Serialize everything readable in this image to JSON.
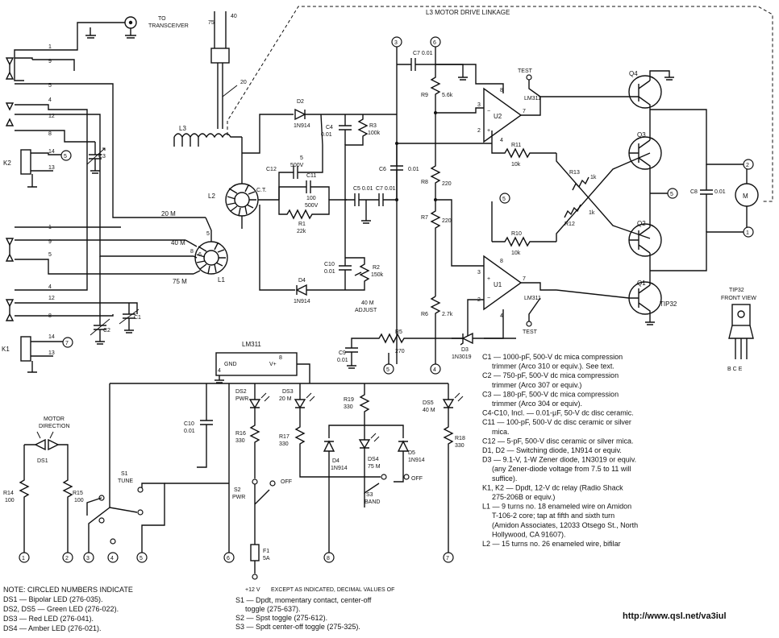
{
  "labels": {
    "to_transceiver": "TO\nTRANSCEIVER",
    "motor_linkage": "L3 MOTOR DRIVE LINKAGE",
    "l3": "L3",
    "l2": "L2",
    "l1": "L1",
    "k1": "K1",
    "k2": "K2",
    "ct": "C.T.",
    "n75": "75",
    "n40": "40",
    "n20": "20",
    "b20m": "20 M",
    "b40m": "40 M",
    "b75m": "75 M",
    "d2": "D2",
    "d2t": "1N914",
    "d4": "D4",
    "d4t": "1N914",
    "c12": "C12",
    "c12v": "5\n500V",
    "c11": "C11",
    "c11v": "100\n500V",
    "c4": "C4\n0.01",
    "r3": "R3\n100k",
    "r1": "R1\n22k",
    "c5": "C5\n0.01",
    "c7": "C7\n0.01",
    "c6": "C6",
    "c6v": "0.01",
    "c10": "C10\n0.01",
    "r2": "R2\n150k",
    "adjust40": "40 M\nADJUST",
    "c7b": "C7\n0.01",
    "r9": "R9",
    "r9v": "5.6k",
    "r8": "R8",
    "r8v": "220",
    "r7": "R7",
    "r7v": "220",
    "r6": "R6",
    "r6v": "2.7k",
    "r5": "R5",
    "r5v": "270",
    "c9": "C9\n0.01",
    "d3": "D3\n1N3019",
    "u2": "U2",
    "u1": "U1",
    "lm311a": "LM311",
    "lm311b": "LM311",
    "test_a": "TEST",
    "test_b": "TEST",
    "r11": "R11\n10k",
    "r10": "R10\n10k",
    "r13": "R13\n1k",
    "r12": "R12\n1k",
    "q4": "Q4",
    "q3": "Q3",
    "q2": "Q2",
    "q1": "Q1",
    "tip32q": "TIP32",
    "c8": "C8\n0.01",
    "motor": "M",
    "tip32_title": "TIP32\nFRONT VIEW",
    "bce": "B C E",
    "lm311_top": "LM311",
    "gnd": "GND",
    "vplus": "V+",
    "motor_direction": "MOTOR\nDIRECTION",
    "ds1": "DS1",
    "r14": "R14\n100",
    "r15": "R15\n100",
    "s1": "S1\nTUNE",
    "s2": "S2\nPWR",
    "s3": "S3\nBAND",
    "off1": "OFF",
    "off2": "OFF",
    "c10b": "C10\n0.01",
    "ds2": "DS2\nPWR",
    "r16": "R16\n330",
    "ds3": "DS3\n20 M",
    "r17": "R17\n330",
    "r19": "R19\n330",
    "d4b": "D4\n1N914",
    "ds4": "DS4\n75 M",
    "d5": "D5\n1N914",
    "ds5": "DS5\n40 M",
    "r18": "R18\n330",
    "f1": "F1\n5A",
    "v12": "+12 V",
    "except": "EXCEPT AS INDICATED, DECIMAL VALUES OF",
    "url": "http://www.qsl.net/va3iul"
  },
  "nodes": [
    "1",
    "2",
    "3",
    "4",
    "5",
    "6",
    "7",
    "8"
  ],
  "parts_list": [
    "C1 — 1000-pF, 500-V dc mica compression",
    "  trimmer (Arco 310 or equiv.). See text.",
    "C2 — 750-pF, 500-V dc mica compression",
    "  trimmer (Arco 307 or equiv.)",
    "C3 — 180-pF, 500-V dc mica compression",
    "  trimmer (Arco 304 or equiv).",
    "C4-C10, Incl. — 0.01-µF, 50-V dc disc ceramic.",
    "C11 — 100-pF, 500-V dc disc ceramic or silver",
    "  mica.",
    "C12 — 5-pF, 500-V disc ceramic or silver mica.",
    "D1, D2 — Switching diode, 1N914 or equiv.",
    "D3 — 9.1-V, 1-W Zener diode, 1N3019 or equiv.",
    "  (any Zener-diode voltage from 7.5 to 11 will",
    "  suffice).",
    "K1, K2 — Dpdt, 12-V dc relay (Radio Shack",
    "  275-206B or equiv.)",
    "L1 — 9 turns no. 18 enameled wire on Amidon",
    "  T-106-2 core; tap at fifth and sixth turn",
    "  (Amidon Associates, 12033 Otsego St., North",
    "  Hollywood, CA 91607).",
    "L2 — 15 turns no. 26 enameled wire, bifilar"
  ],
  "notes_left": [
    "NOTE: CIRCLED NUMBERS INDICATE",
    "DS1 — Bipolar LED (276-035).",
    "DS2, DS5 — Green LED (276-022).",
    "DS3 — Red LED (276-041).",
    "DS4 — Amber LED (276-021)."
  ],
  "notes_mid": [
    "S1 — Dpdt, momentary contact, center-off",
    "  toggle (275-637).",
    "S2 — Spst toggle (275-612).",
    "S3 — Spdt center-off toggle (275-325)."
  ],
  "relay_pins": [
    "1",
    "9",
    "5",
    "4",
    "12",
    "8",
    "14",
    "13"
  ]
}
